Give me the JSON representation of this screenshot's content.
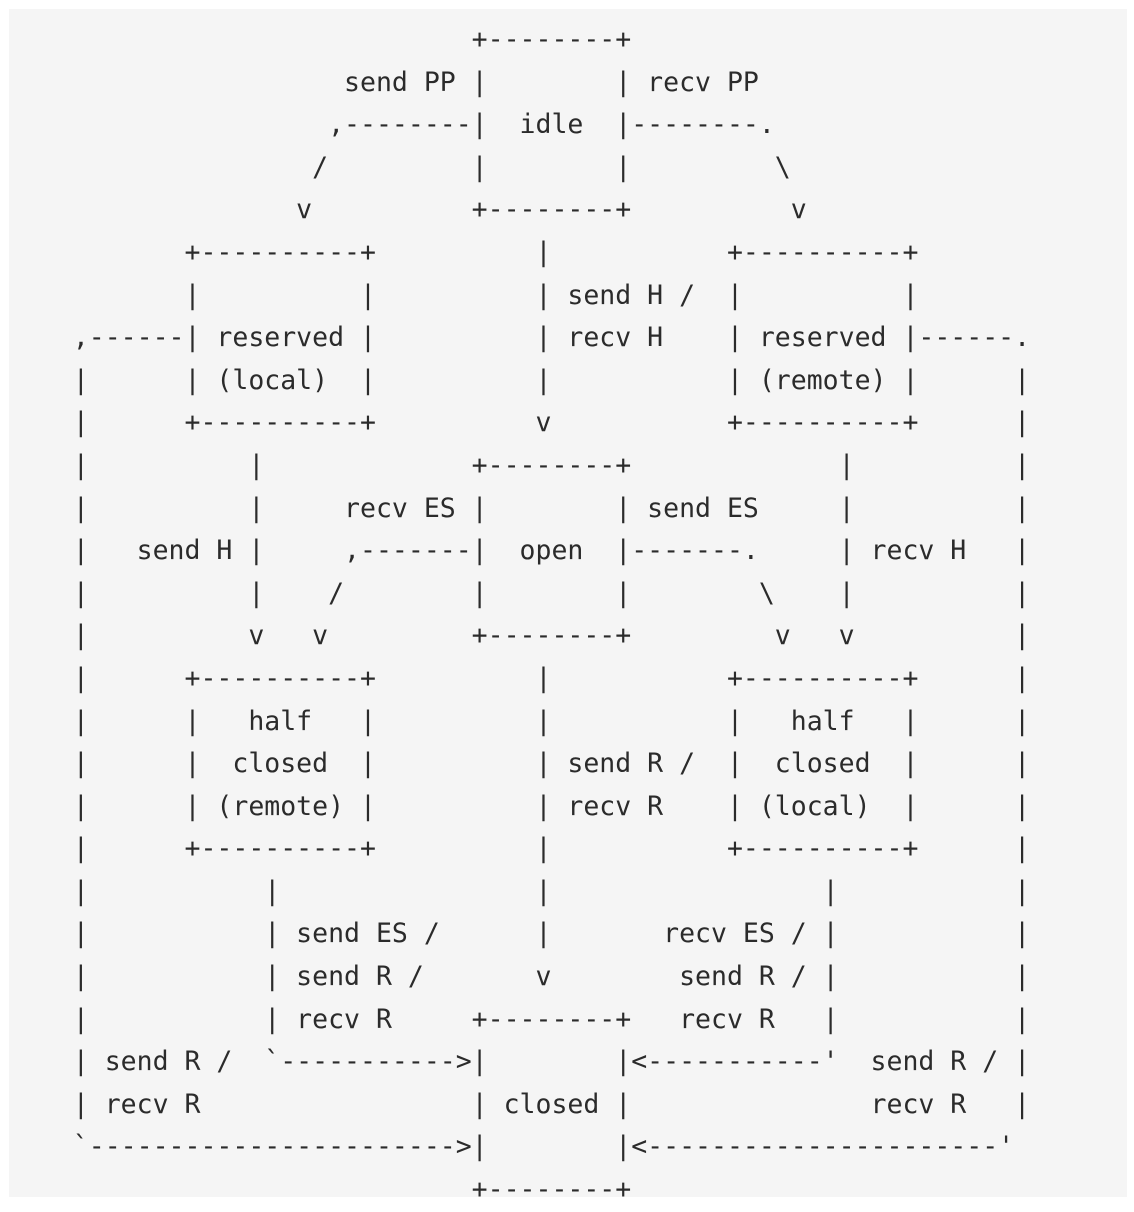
{
  "diagram": {
    "lines": [
      "                             +--------+",
      "                     send PP |        | recv PP",
      "                    ,--------|  idle  |--------.",
      "                   /         |        |         \\",
      "                  v          +--------+          v",
      "           +----------+          |           +----------+",
      "           |          |          | send H /  |          |",
      "    ,------| reserved |          | recv H    | reserved |------.",
      "    |      | (local)  |          |           | (remote) |      |",
      "    |      +----------+          v           +----------+      |",
      "    |          |             +--------+             |          |",
      "    |          |     recv ES |        | send ES     |          |",
      "    |   send H |     ,-------|  open  |-------.     | recv H   |",
      "    |          |    /        |        |        \\    |          |",
      "    |          v   v         +--------+         v   v          |",
      "    |      +----------+          |           +----------+      |",
      "    |      |   half   |          |           |   half   |      |",
      "    |      |  closed  |          | send R /  |  closed  |      |",
      "    |      | (remote) |          | recv R    | (local)  |      |",
      "    |      +----------+          |           +----------+      |",
      "    |           |                |                 |           |",
      "    |           | send ES /      |       recv ES / |           |",
      "    |           | send R /       v        send R / |           |",
      "    |           | recv R     +--------+   recv R   |           |",
      "    | send R /  `----------->|        |<-----------'  send R / |",
      "    | recv R                 | closed |               recv R   |",
      "    `----------------------->|        |<----------------------'",
      "                             +--------+"
    ]
  }
}
